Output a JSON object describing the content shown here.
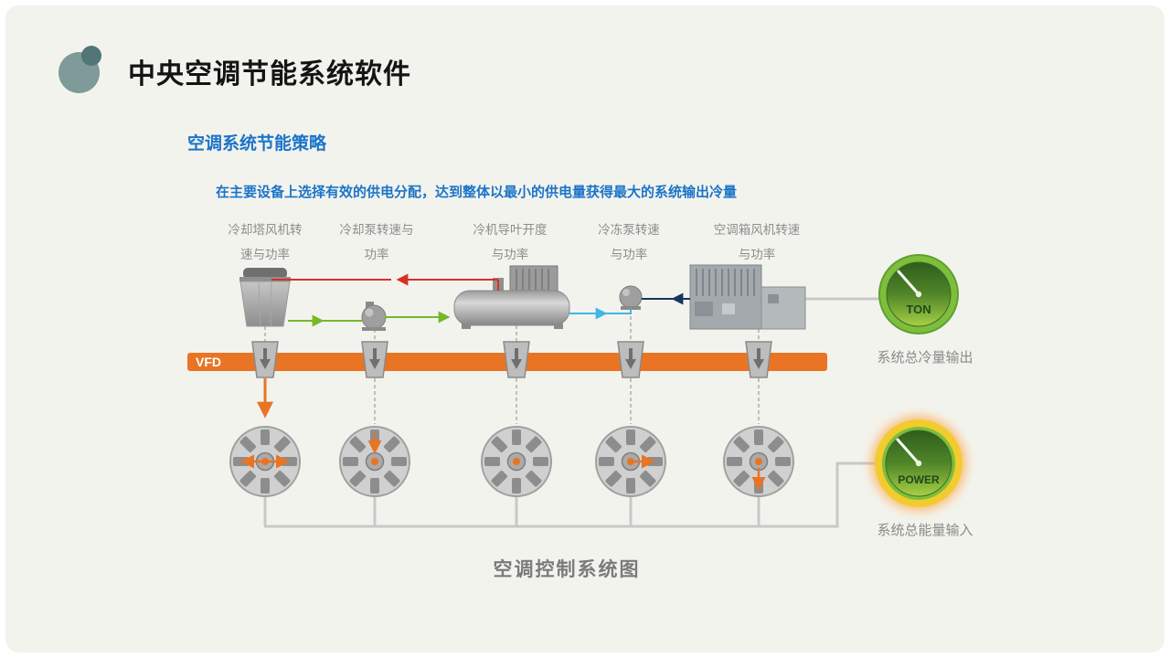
{
  "slide": {
    "title": "中央空调节能系统软件",
    "subtitle": "空调系统节能策略",
    "description": "在主要设备上选择有效的供电分配，达到整体以最小的供电量获得最大的系统输出冷量",
    "vfd_label": "VFD",
    "equipment_labels": [
      {
        "line1": "冷却塔风机转",
        "line2": "速与功率"
      },
      {
        "line1": "冷却泵转速与",
        "line2": "功率"
      },
      {
        "line1": "冷机导叶开度",
        "line2": "与功率"
      },
      {
        "line1": "冷冻泵转速",
        "line2": "与功率"
      },
      {
        "line1": "空调箱风机转速",
        "line2": "与功率"
      }
    ],
    "ton_gauge": {
      "label": "TON",
      "caption": "系统总冷量输出"
    },
    "power_gauge": {
      "label": "POWER",
      "caption": "系统总能量输入"
    },
    "diagram_caption": "空调控制系统图",
    "colors": {
      "background": "#F3F3EE",
      "title_text": "#141414",
      "accent_blue": "#1B74C8",
      "vfd_orange": "#E87424",
      "arrow_red": "#D93025",
      "arrow_green": "#76B82A",
      "arrow_cyan": "#3FB6E8",
      "arrow_navy": "#17365D",
      "gauge_green": "#7DBE3C",
      "power_ring_yellow": "#F2CB2E",
      "label_gray": "#8C8C8C"
    }
  }
}
